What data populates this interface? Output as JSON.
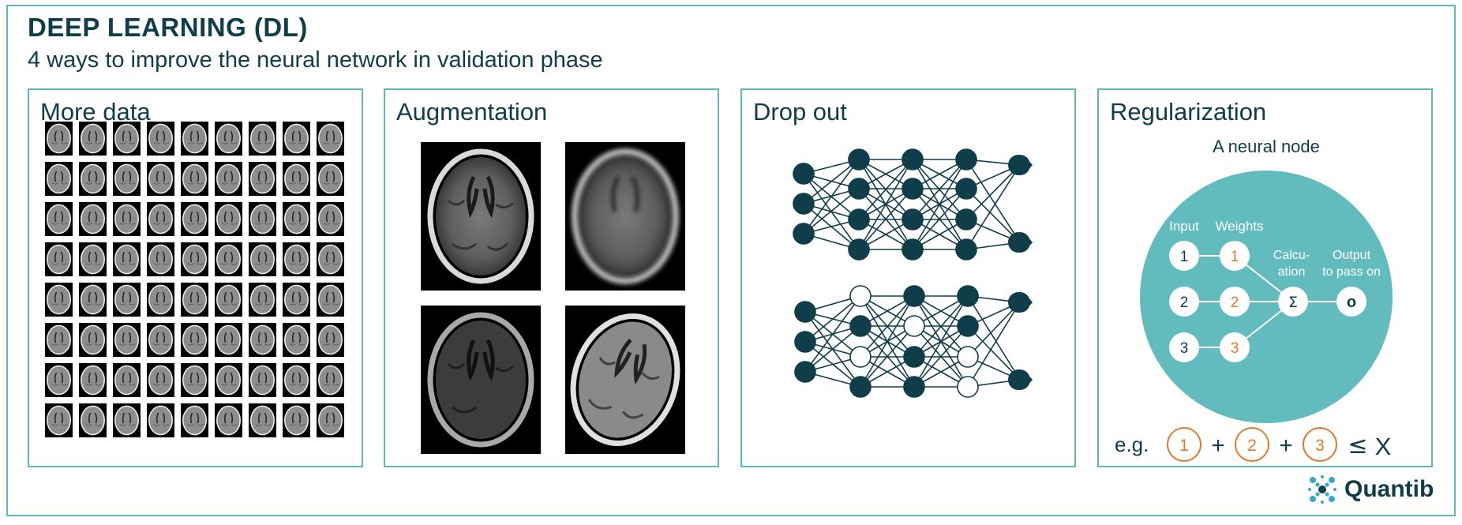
{
  "header": {
    "title": "DEEP LEARNING (DL)",
    "subtitle": "4 ways to improve the neural network in validation phase"
  },
  "panels": [
    {
      "title": "More data"
    },
    {
      "title": "Augmentation"
    },
    {
      "title": "Drop out"
    },
    {
      "title": "Regularization"
    }
  ],
  "regularization": {
    "node_title": "A neural node",
    "input_label": "Input",
    "weights_label": "Weights",
    "calc_label_1": "Calcu-",
    "calc_label_2": "ation",
    "output_label_1": "Output",
    "output_label_2": "to pass on",
    "inputs": [
      "1",
      "2",
      "3"
    ],
    "weights": [
      "1",
      "2",
      "3"
    ],
    "sum_symbol": "Σ",
    "output_symbol": "o",
    "eg_label": "e.g.",
    "eq_terms": [
      "1",
      "2",
      "3"
    ],
    "plus": "+",
    "leq": "≤",
    "limit": "X"
  },
  "logo": {
    "text": "Quantib"
  },
  "colors": {
    "teal": "#5fb9b9",
    "dark": "#0f3d4a",
    "orange": "#e07a2a",
    "node_fill": "#62bcbd"
  }
}
